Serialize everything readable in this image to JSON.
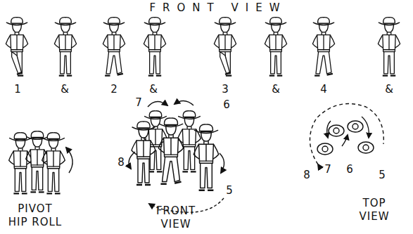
{
  "diagram": {
    "title": "FRONT VIEW",
    "labels": [
      "1",
      "&",
      "2",
      "&",
      "3",
      "&",
      "4",
      "&",
      "PIVOT HIP ROLL",
      "7",
      "6",
      "8",
      "5",
      "FRONT VIEW",
      "8",
      "7",
      "6",
      "5",
      "TOP VIEW"
    ]
  }
}
